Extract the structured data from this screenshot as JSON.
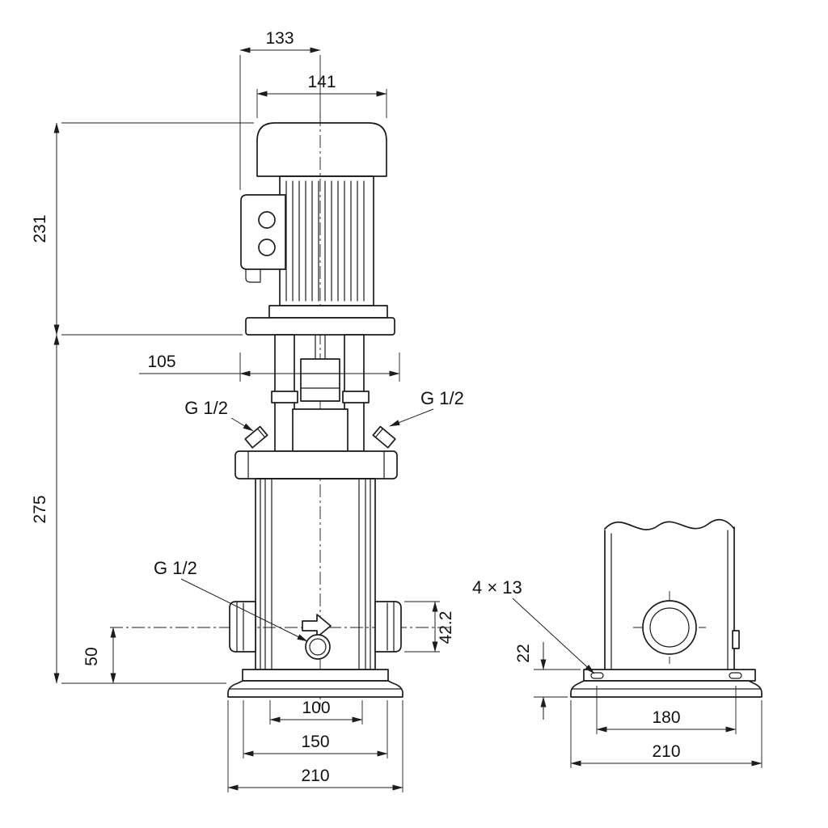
{
  "page": {
    "background": "#ffffff",
    "line_color": "#1c1c1c"
  },
  "dimensions": {
    "d133": "133",
    "d141": "141",
    "d231": "231",
    "d105": "105",
    "d275": "275",
    "d50": "50",
    "d42_2": "42.2",
    "d100": "100",
    "d150": "150",
    "d210_front": "210",
    "d22": "22",
    "d180": "180",
    "d210_side": "210"
  },
  "labels": {
    "g12_left": "G 1/2",
    "g12_right": "G 1/2",
    "g12_drain": "G 1/2",
    "base_holes": "4 × 13"
  }
}
